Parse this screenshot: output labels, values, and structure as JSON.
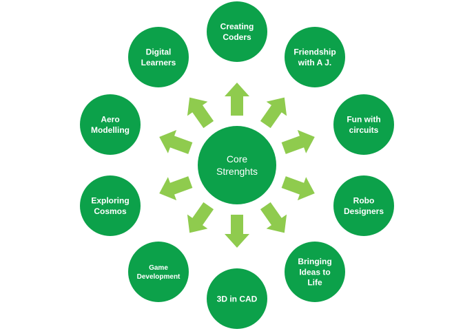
{
  "center": {
    "lines": [
      "Core",
      "Strenghts"
    ]
  },
  "nodes": [
    {
      "id": "creating-coders",
      "lines": [
        "Creating",
        "Coders"
      ]
    },
    {
      "id": "friendship-with-aj",
      "lines": [
        "Friendship",
        "with A J."
      ]
    },
    {
      "id": "fun-with-circuits",
      "lines": [
        "Fun with",
        "circuits"
      ]
    },
    {
      "id": "robo-designers",
      "lines": [
        "Robo",
        "Designers"
      ]
    },
    {
      "id": "bringing-ideas-to-life",
      "lines": [
        "Bringing",
        "Ideas to",
        "Life"
      ]
    },
    {
      "id": "3d-in-cad",
      "lines": [
        "3D in CAD"
      ]
    },
    {
      "id": "game-development",
      "lines": [
        "Game",
        "Development"
      ]
    },
    {
      "id": "exploring-cosmos",
      "lines": [
        "Exploring",
        "Cosmos"
      ]
    },
    {
      "id": "aero-modelling",
      "lines": [
        "Aero",
        "Modelling"
      ]
    },
    {
      "id": "digital-learners",
      "lines": [
        "Digital",
        "Learners"
      ]
    }
  ],
  "colors": {
    "circle": "#0ca14a",
    "arrow": "#8fcb4e",
    "text": "#ffffff",
    "background": "#ffffff"
  }
}
